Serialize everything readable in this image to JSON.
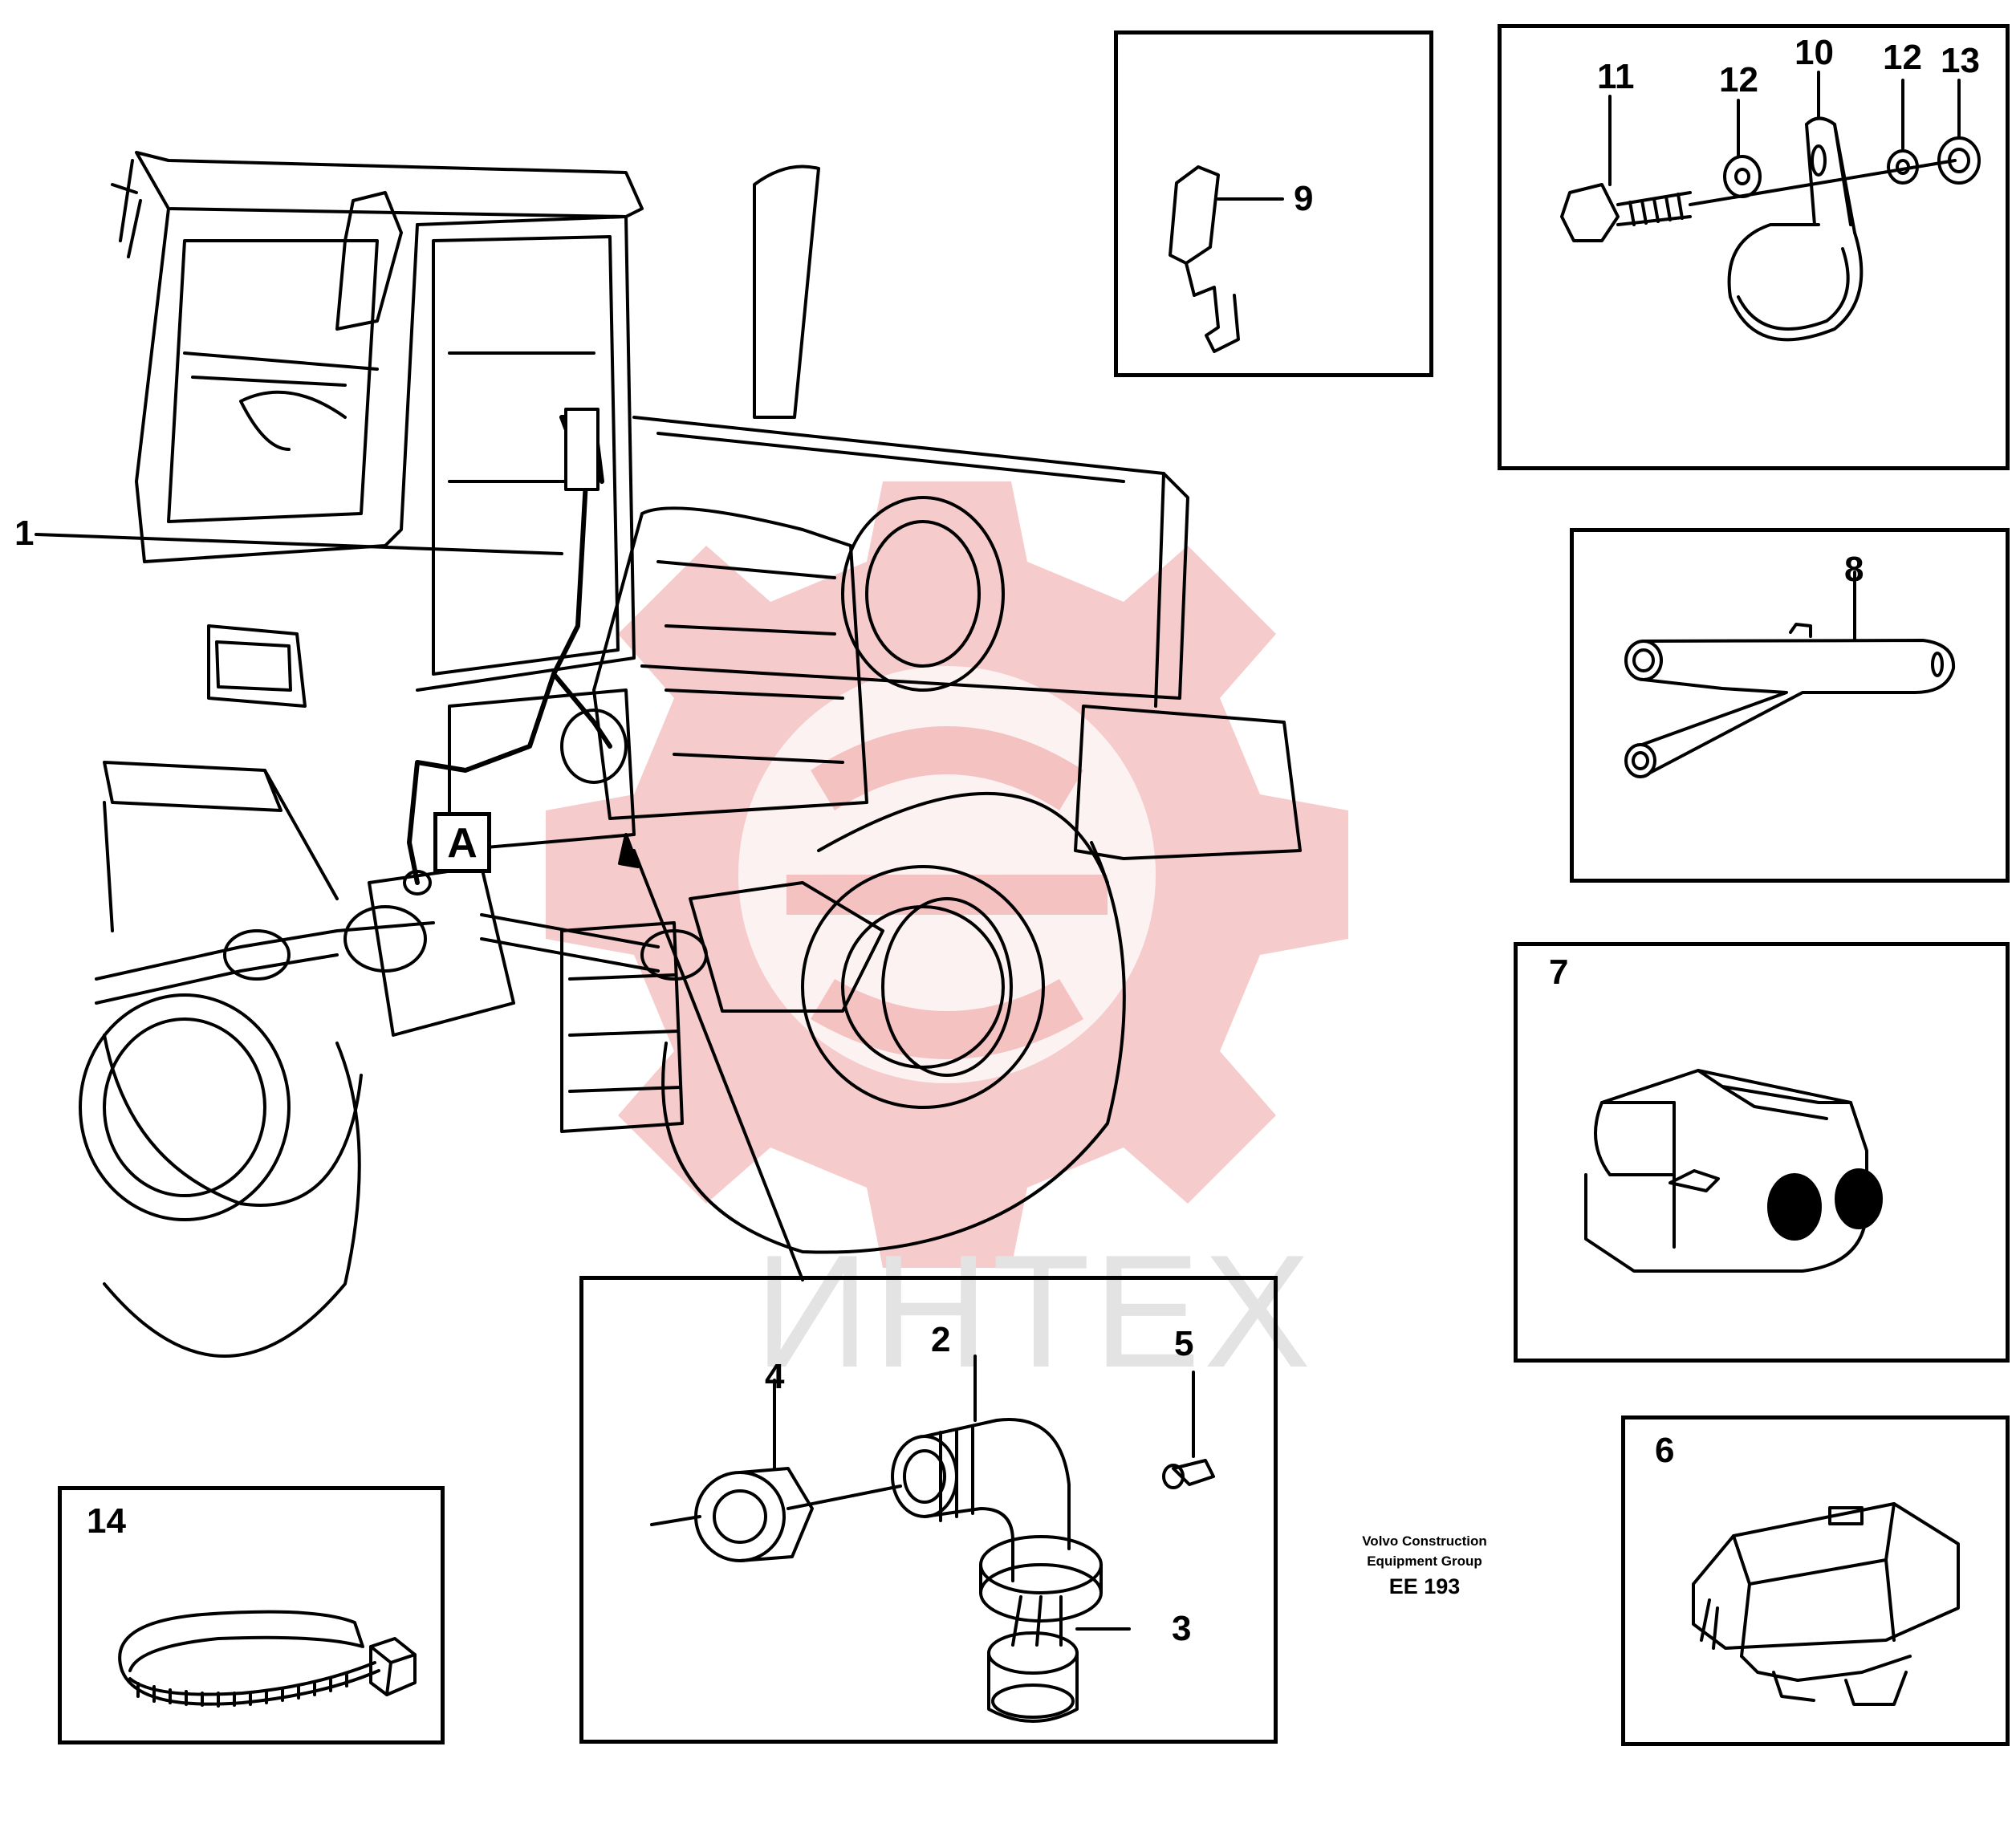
{
  "watermark": {
    "text": "ИНТЕХ",
    "gear_color": "#f5c2c2",
    "text_color": "#e3e3e3"
  },
  "main_view": {
    "detail_marker": "A",
    "callout_1": "1"
  },
  "detail_a": {
    "labels": {
      "p2": "2",
      "p3": "3",
      "p4": "4",
      "p5": "5"
    }
  },
  "detail_9": {
    "label": "9"
  },
  "detail_clamp": {
    "labels": {
      "p10": "10",
      "p11": "11",
      "p12a": "12",
      "p12b": "12",
      "p13": "13"
    }
  },
  "detail_8": {
    "label": "8"
  },
  "detail_7": {
    "label": "7"
  },
  "detail_6": {
    "label": "6"
  },
  "detail_14": {
    "label": "14"
  },
  "caption": {
    "line1": "Volvo Construction",
    "line2": "Equipment Group",
    "code": "EE 193"
  }
}
